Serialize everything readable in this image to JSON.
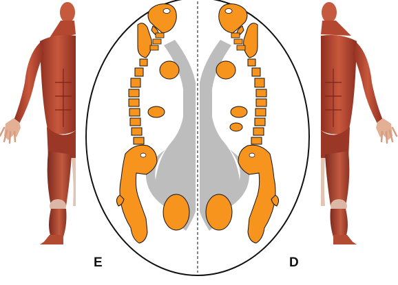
{
  "labels": {
    "left": "E",
    "right": "D"
  },
  "colors": {
    "background": "#ffffff",
    "outline": "#111111",
    "body_segments": "#f7941d",
    "channel": "#bdbdbd",
    "muscle_red": "#b8452e",
    "skin": "#e9b9a0"
  },
  "figures": [
    {
      "name": "left-muscle-figure",
      "facing": "right",
      "crop": "right-edge"
    },
    {
      "name": "right-muscle-figure",
      "facing": "left",
      "crop": "left-edge"
    }
  ]
}
